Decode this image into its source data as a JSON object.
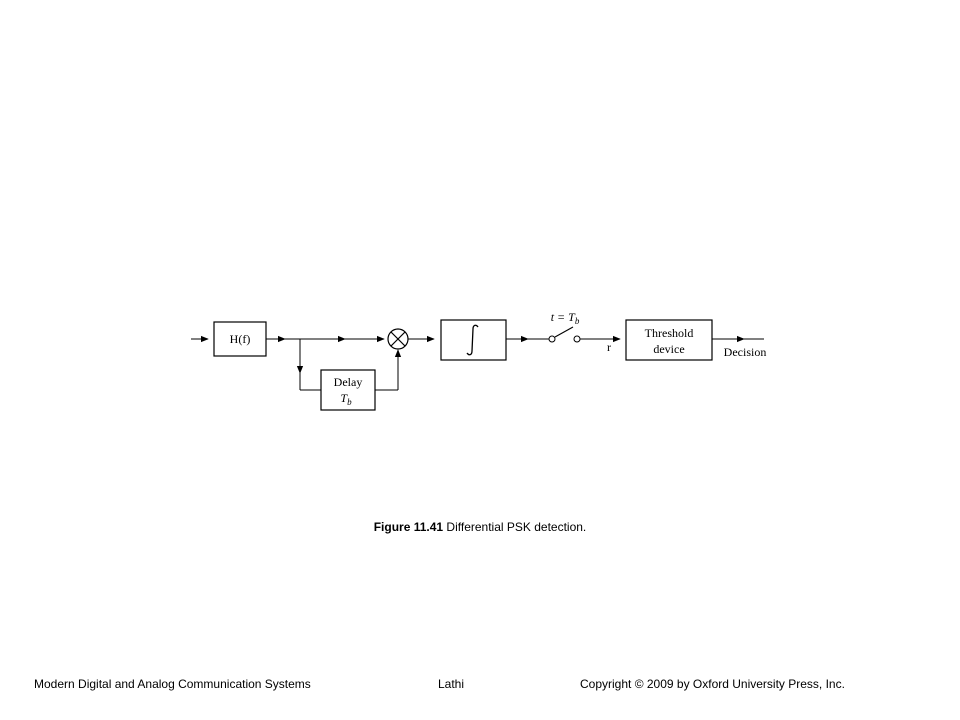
{
  "diagram": {
    "blocks": {
      "filter": "H(f)",
      "delay_line1": "Delay",
      "delay_line2_base": "T",
      "delay_line2_sub": "b",
      "threshold_line1": "Threshold",
      "threshold_line2": "device"
    },
    "sampler": {
      "label_t": "t",
      "label_eq": " = T",
      "label_sub": "b"
    },
    "labels": {
      "r": "r",
      "decision": "Decision"
    }
  },
  "caption": {
    "number": "Figure 11.41",
    "text": " Differential PSK detection."
  },
  "footer": {
    "left": "Modern Digital and Analog Communication Systems",
    "center": "Lathi",
    "right": "Copyright © 2009 by Oxford University Press, Inc."
  }
}
